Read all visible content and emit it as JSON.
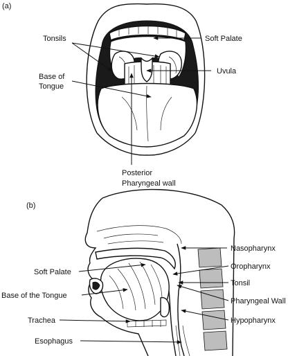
{
  "figure": {
    "panel_a": {
      "letter": "(a)",
      "labels": {
        "tonsils": "Tonsils",
        "soft_palate": "Soft Palate",
        "uvula": "Uvula",
        "base_of_tongue_line1": "Base of",
        "base_of_tongue_line2": "Tongue",
        "posterior_line1": "Posterior",
        "posterior_line2": "Pharyngeal wall"
      }
    },
    "panel_b": {
      "letter": "(b)",
      "labels": {
        "soft_palate": "Soft Palate",
        "base_of_the_tongue": "Base of the Tongue",
        "trachea": "Trachea",
        "esophagus": "Esophagus",
        "nasopharynx": "Nasopharynx",
        "oropharynx": "Oropharynx",
        "tonsil": "Tonsil",
        "pharyngeal_wall": "Pharyngeal Wall",
        "hypopharynx": "Hypopharynx"
      }
    }
  },
  "icons": {
    "arrowhead": "arrowhead-icon"
  }
}
